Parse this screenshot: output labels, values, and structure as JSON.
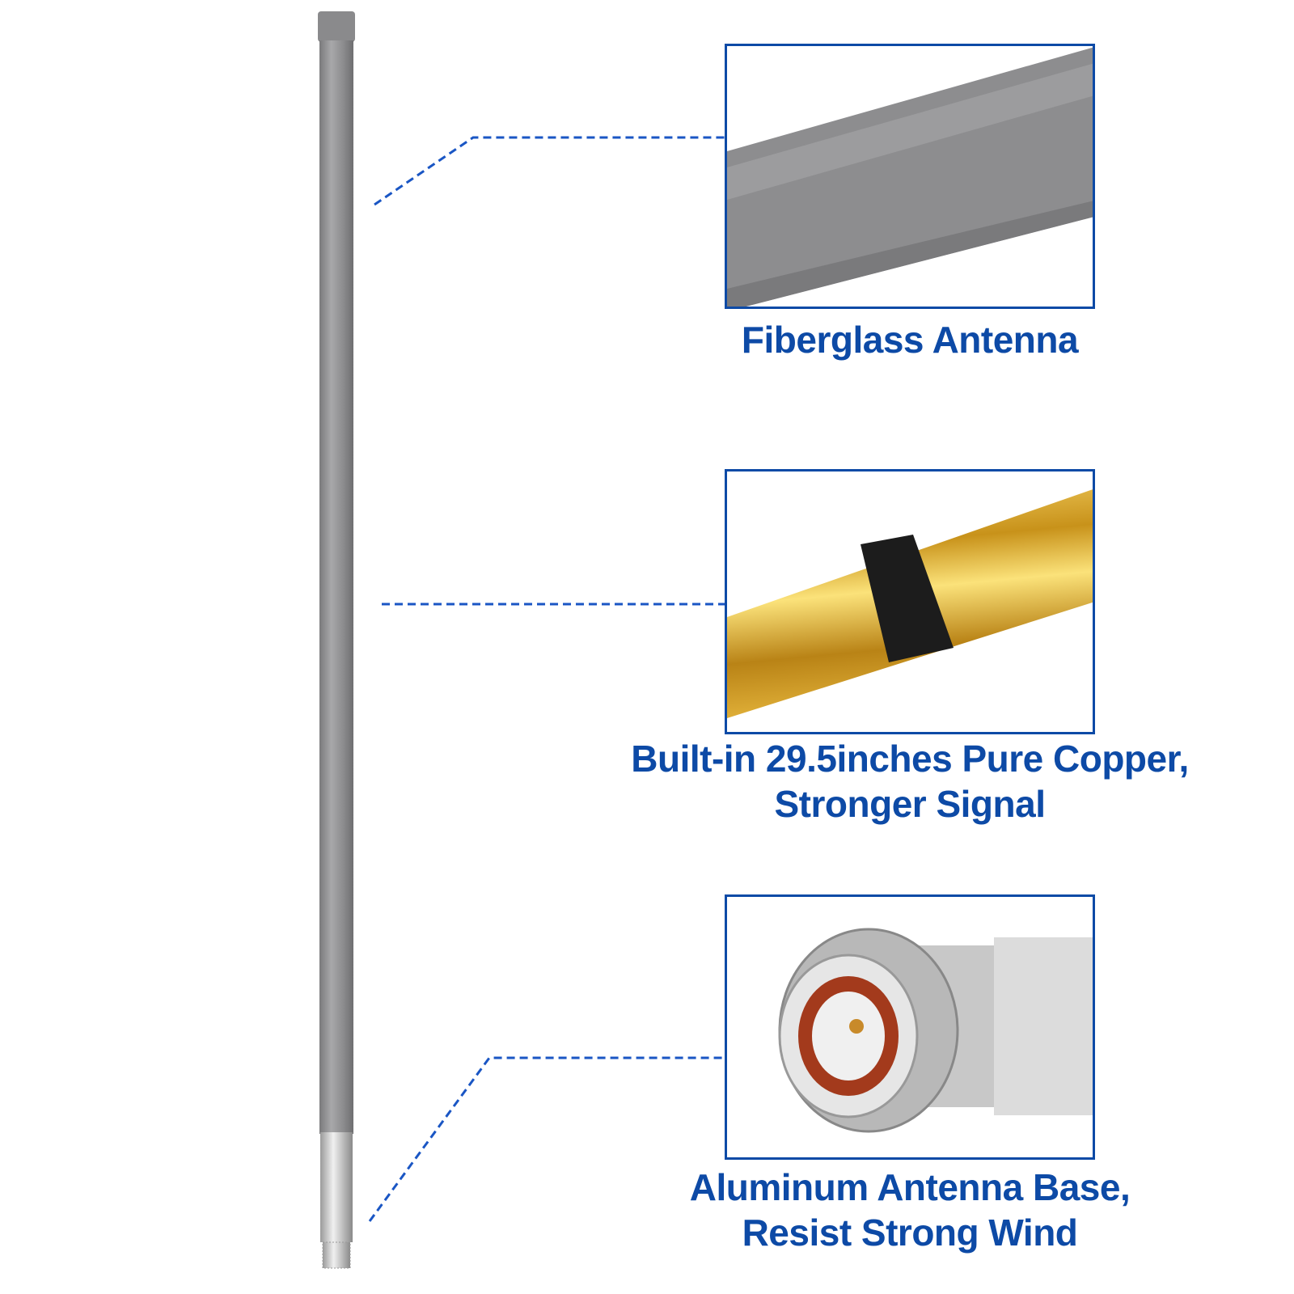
{
  "features": [
    {
      "caption_lines": [
        "Fiberglass Antenna"
      ],
      "image": "gray-fiberglass-tube"
    },
    {
      "caption_lines": [
        "Built-in 29.5inches Pure Copper,",
        "Stronger Signal"
      ],
      "image": "copper-rod-with-foam-ring"
    },
    {
      "caption_lines": [
        "Aluminum Antenna Base,",
        "Resist Strong Wind"
      ],
      "image": "n-type-connector"
    }
  ],
  "colors": {
    "accent": "#0d4aa6",
    "fiberglass": "#8e8e90",
    "copper": "#d9a520"
  }
}
